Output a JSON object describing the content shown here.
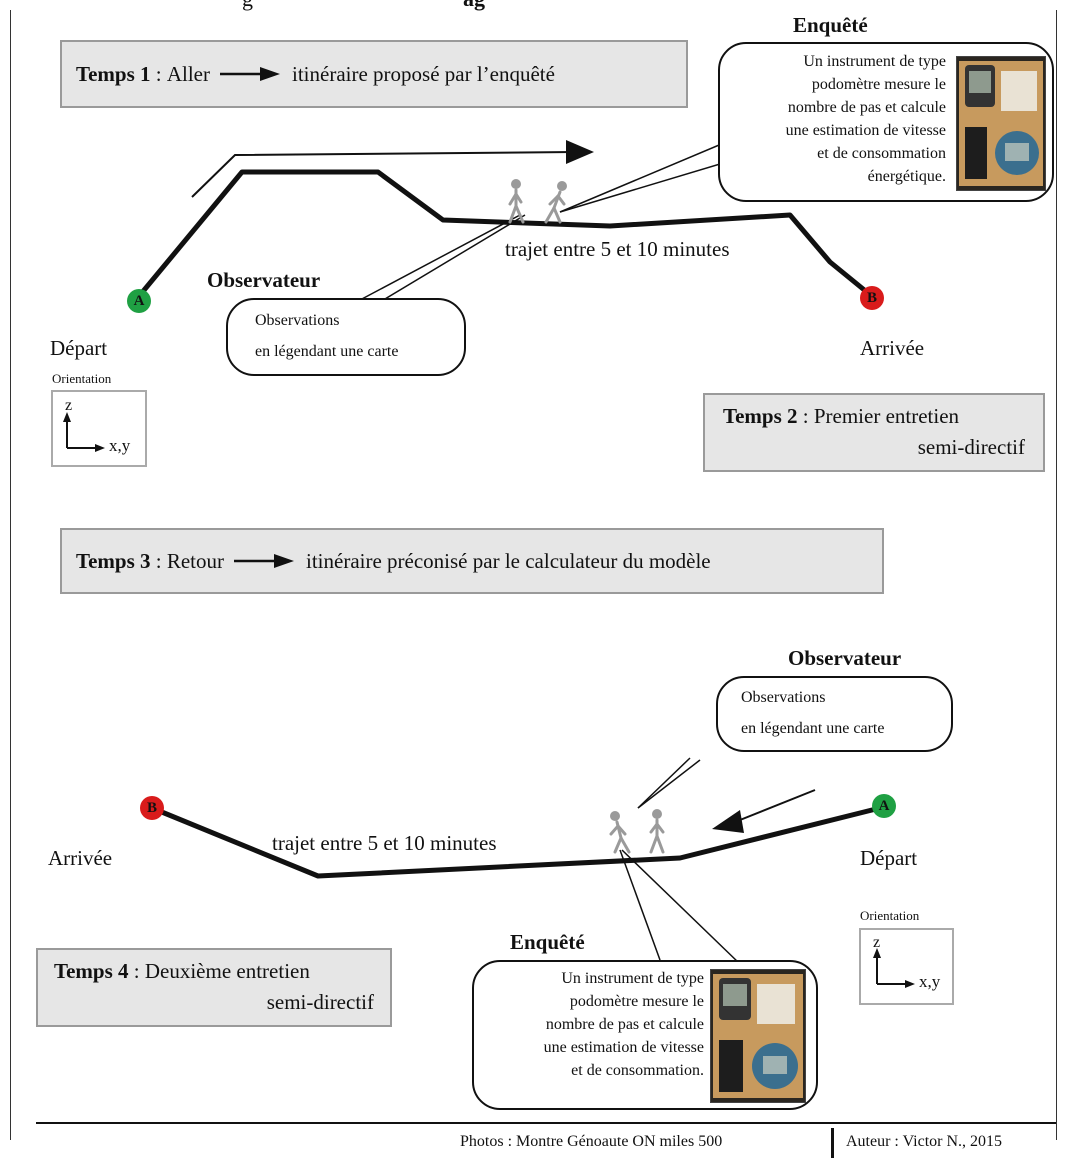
{
  "title": {
    "text_regular": "g",
    "text_bold": "ag"
  },
  "temps1": {
    "label": "Temps 1",
    "sep": " : ",
    "direction": "Aller",
    "desc": "itinéraire proposé par l’enquêté"
  },
  "temps2": {
    "label": "Temps 2",
    "sep": " : ",
    "line1": "Premier entretien",
    "line2": "semi-directif"
  },
  "temps3": {
    "label": "Temps 3",
    "sep": " : ",
    "direction": "Retour",
    "desc": "itinéraire préconisé par le calculateur du modèle"
  },
  "temps4": {
    "label": "Temps 4",
    "sep": " : ",
    "line1": "Deuxième entretien",
    "line2": "semi-directif"
  },
  "scene1": {
    "enquete_heading": "Enquêté",
    "enquete_lines": [
      "Un instrument de type",
      "podomètre mesure le",
      "nombre de pas et calcule",
      "une estimation de vitesse",
      "et de consommation",
      "énergétique."
    ],
    "observateur_heading": "Observateur",
    "observateur_lines": [
      "Observations",
      "en légendant une carte"
    ],
    "trajet": "trajet entre 5 et 10 minutes",
    "start_letter": "A",
    "start_label": "Départ",
    "end_letter": "B",
    "end_label": "Arrivée",
    "orientation_label": "Orientation",
    "axis_z": "z",
    "axis_xy": "x,y"
  },
  "scene2": {
    "observateur_heading": "Observateur",
    "observateur_lines": [
      "Observations",
      "en légendant une carte"
    ],
    "enquete_heading": "Enquêté",
    "enquete_lines": [
      "Un instrument de type",
      "podomètre mesure le",
      "nombre de pas et calcule",
      "une estimation de vitesse",
      "et de consommation."
    ],
    "trajet": "trajet entre 5 et 10 minutes",
    "start_letter": "A",
    "start_label": "Départ",
    "end_letter": "B",
    "end_label": "Arrivée",
    "orientation_label": "Orientation",
    "axis_z": "z",
    "axis_xy": "x,y"
  },
  "footer": {
    "photos": "Photos :  Montre Génoaute ON miles 500",
    "author": "Auteur : Victor N., 2015"
  },
  "colors": {
    "start": "#1fa043",
    "end": "#d91b1b",
    "box_bg": "#e6e6e6",
    "walker": "#9a9a9a"
  }
}
